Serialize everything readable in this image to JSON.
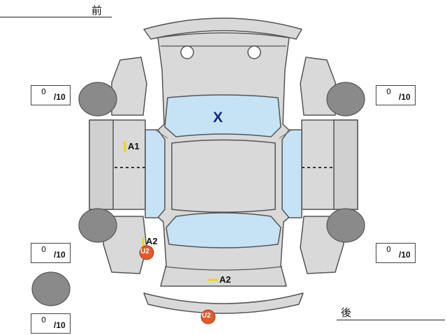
{
  "labels": {
    "front": "前",
    "rear": "後"
  },
  "tires": [
    {
      "id": "front-left",
      "value": "0",
      "max": "/10"
    },
    {
      "id": "front-right",
      "value": "0",
      "max": "/10"
    },
    {
      "id": "rear-left",
      "value": "0",
      "max": "/10"
    },
    {
      "id": "rear-right",
      "value": "0",
      "max": "/10"
    },
    {
      "id": "spare",
      "value": "0",
      "max": "/10"
    }
  ],
  "marks": {
    "windshield": "X",
    "left_front_door": "A1",
    "left_rear_quarter": "A2",
    "rear_bumper_area": "A2",
    "badge_left_rear": "U2",
    "badge_rear_bumper": "U2"
  },
  "colors": {
    "body": "#d9d9d9",
    "outline": "#555555",
    "glass": "#c5e3f5",
    "tire": "#8a8a8a",
    "scratch_mark": "#f2d600",
    "badge": "#e05a2b",
    "x_mark": "#1a237e"
  }
}
